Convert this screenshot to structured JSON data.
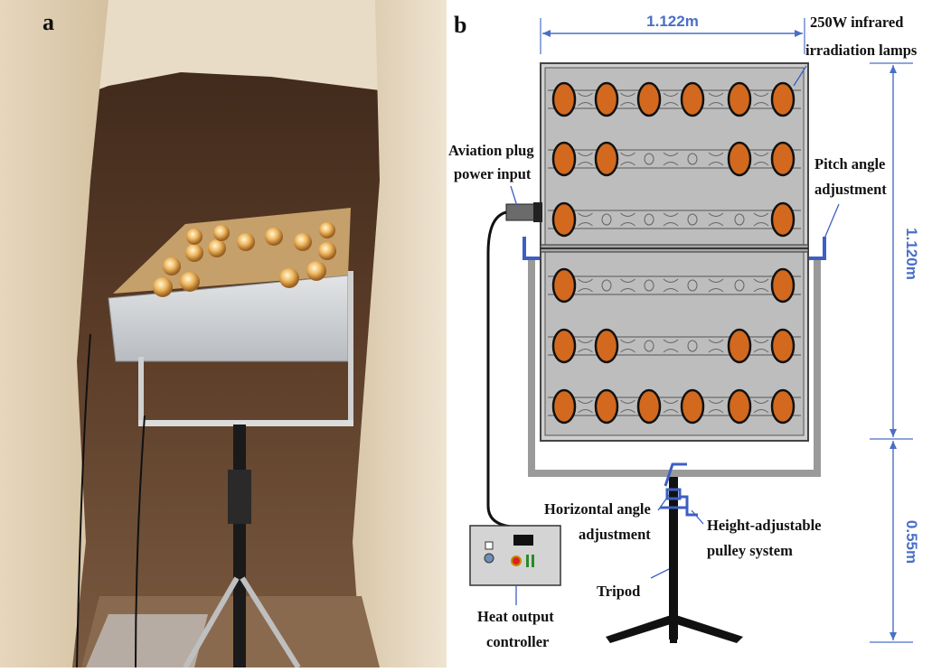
{
  "panels": {
    "a": {
      "label": "a"
    },
    "b": {
      "label": "b"
    }
  },
  "dimensions": {
    "width": "1.122m",
    "panel_height": "1.120m",
    "stand_height": "0.55m"
  },
  "annotations": {
    "lamps": [
      "250W infrared",
      "irradiation lamps"
    ],
    "plug": [
      "Aviation plug",
      "power input"
    ],
    "pitch": [
      "Pitch angle",
      "adjustment"
    ],
    "horizontal": [
      "Horizontal angle",
      "adjustment"
    ],
    "pulley": [
      "Height-adjustable",
      "pulley system"
    ],
    "tripod": [
      "Tripod"
    ],
    "controller": [
      "Heat output",
      "controller"
    ]
  },
  "colors": {
    "lamp": "#d2691e",
    "frame": "#b5b5b5",
    "dimension": "#4a6fc7",
    "bracket": "#3d5fc4"
  },
  "lamp_rows": [
    [
      1,
      1,
      1,
      1,
      1,
      1
    ],
    [
      1,
      1,
      0,
      0,
      1,
      1
    ],
    [
      1,
      0,
      0,
      0,
      0,
      1
    ],
    [
      1,
      0,
      0,
      0,
      0,
      1
    ],
    [
      1,
      1,
      0,
      0,
      1,
      1
    ],
    [
      1,
      1,
      1,
      1,
      1,
      1
    ]
  ]
}
